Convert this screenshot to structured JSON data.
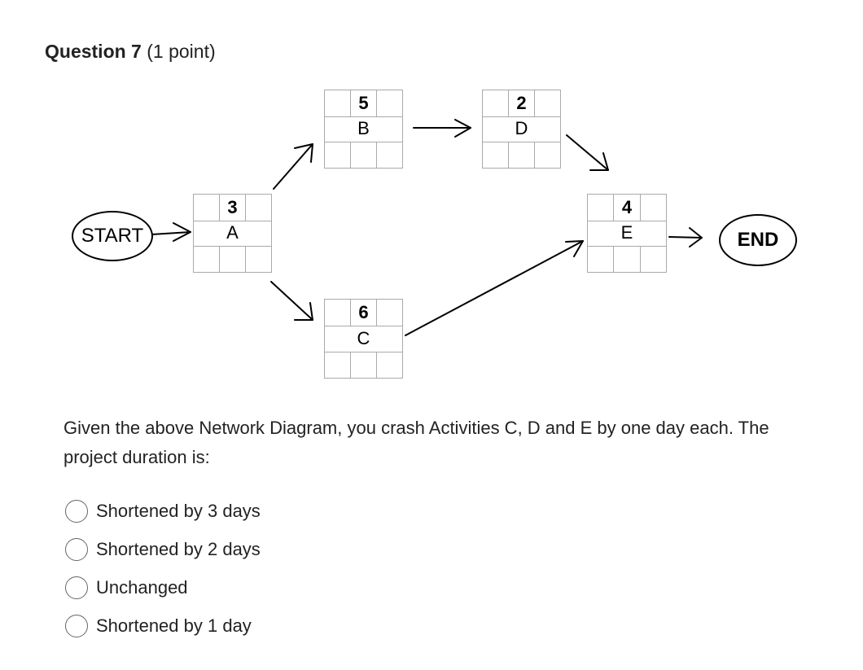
{
  "question": {
    "number_label": "Question 7",
    "points_label": "(1 point)"
  },
  "diagram": {
    "start_label": "START",
    "end_label": "END",
    "nodes": {
      "A": {
        "duration": "3",
        "name": "A"
      },
      "B": {
        "duration": "5",
        "name": "B"
      },
      "C": {
        "duration": "6",
        "name": "C"
      },
      "D": {
        "duration": "2",
        "name": "D"
      },
      "E": {
        "duration": "4",
        "name": "E"
      }
    }
  },
  "prompt": "Given the above Network Diagram, you crash Activities C, D and E by one day each. The project duration is:",
  "options": [
    {
      "label": "Shortened by 3 days"
    },
    {
      "label": "Shortened by 2 days"
    },
    {
      "label": "Unchanged"
    },
    {
      "label": "Shortened by 1 day"
    }
  ]
}
